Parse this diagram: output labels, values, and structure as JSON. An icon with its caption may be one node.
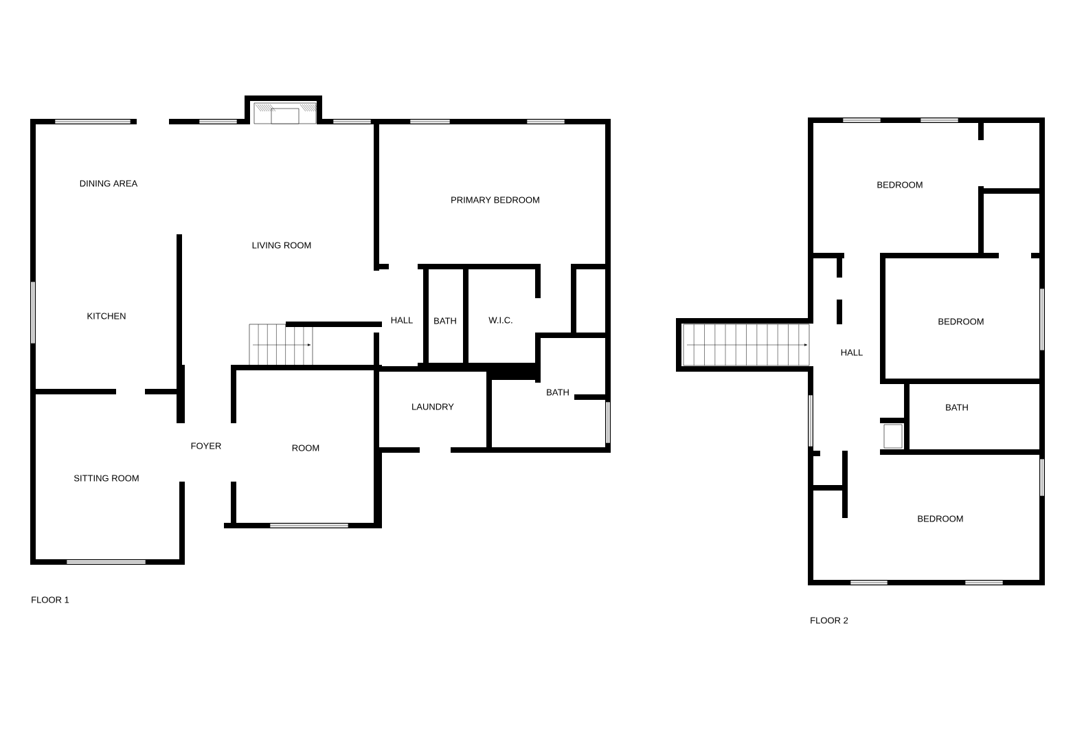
{
  "diagram": {
    "labels": [
      "DINING AREA",
      "PRIMARY BEDROOM",
      "LIVING ROOM",
      "KITCHEN",
      "HALL",
      "BATH",
      "W.I.C.",
      "BATH",
      "LAUNDRY",
      "FOYER",
      "ROOM",
      "SITTING ROOM",
      "FLOOR 1",
      "BEDROOM",
      "BEDROOM",
      "HALL",
      "BATH",
      "BEDROOM",
      "FLOOR 2"
    ]
  }
}
